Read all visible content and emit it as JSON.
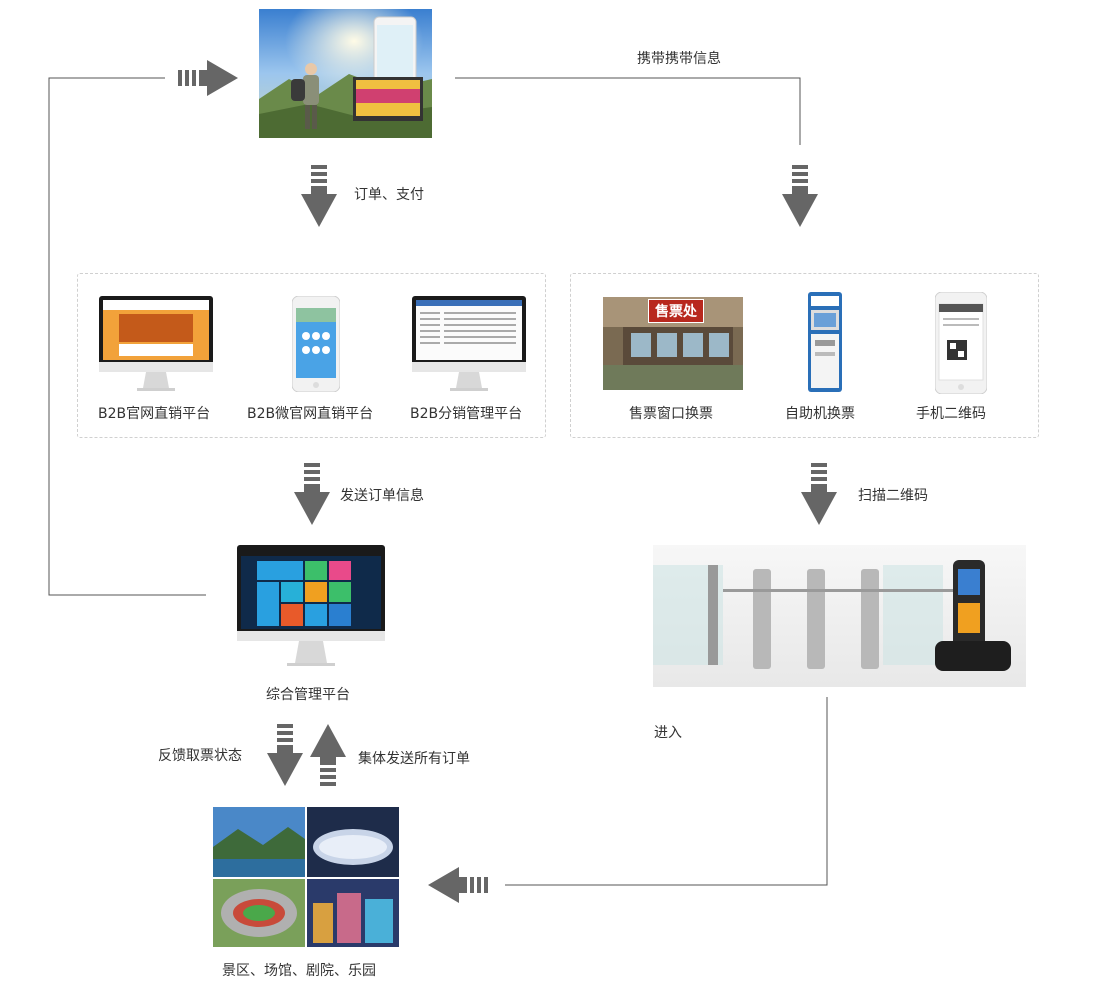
{
  "labels": {
    "carry_info": "携带携带信息",
    "order_pay": "订单、支付",
    "send_order_info": "发送订单信息",
    "scan_qr": "扫描二维码",
    "feedback_status": "反馈取票状态",
    "send_all_orders": "集体发送所有订单",
    "enter": "进入"
  },
  "sales_platforms": [
    {
      "name": "B2B官网直销平台"
    },
    {
      "name": "B2B微官网直销平台"
    },
    {
      "name": "B2B分销管理平台"
    }
  ],
  "ticket_methods": [
    {
      "name": "售票窗口换票"
    },
    {
      "name": "自助机换票"
    },
    {
      "name": "手机二维码"
    }
  ],
  "ticket_window_sign": "售票处",
  "mgmt_platform": "综合管理平台",
  "venues": "景区、场馆、剧院、乐园",
  "colors": {
    "arrow": "#666666",
    "line": "#555555",
    "dash": "#d0d0d0"
  }
}
